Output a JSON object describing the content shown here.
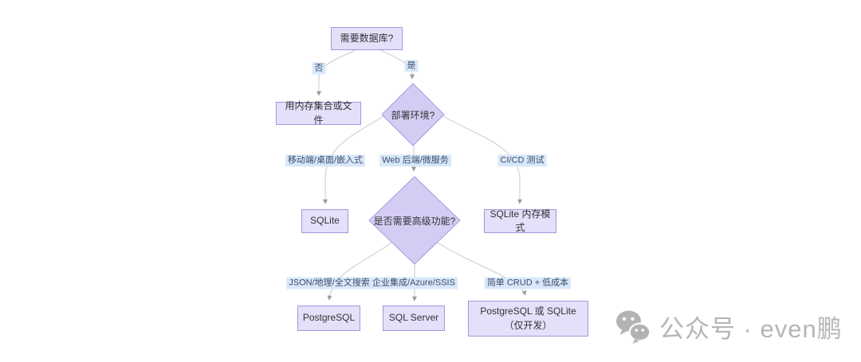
{
  "diagram": {
    "title_hint": "database-selection-flowchart",
    "nodes": {
      "need_db": "需要数据库?",
      "memory_file": "用内存集合或文件",
      "deploy_env": "部署环境?",
      "sqlite": "SQLite",
      "advanced": "是否需要高级功能?",
      "sqlite_memory": "SQLite 内存模式",
      "postgresql": "PostgreSQL",
      "sqlserver": "SQL Server",
      "pg_or_sqlite_dev": "PostgreSQL 或 SQLite（仅开发）"
    },
    "edge_labels": {
      "no": "否",
      "yes": "是",
      "mobile": "移动端/桌面/嵌入式",
      "web": "Web 后端/微服务",
      "cicd": "CI/CD 测试",
      "json_geo": "JSON/地理/全文搜索",
      "enterprise": "企业集成/Azure/SSIS",
      "simple_crud": "简单 CRUD + 低成本"
    },
    "colors": {
      "node_fill": "#e3e0fa",
      "node_border": "#a198dd",
      "diamond_fill": "#d5ccf4",
      "diamond_border": "#a79bdf",
      "edge_line": "#c9c9c9",
      "arrowhead": "#9b9b9b",
      "edge_label_bg": "#d9e8f8",
      "edge_label_text": "#3c4a6e",
      "node_text": "#333333",
      "watermark_gray": "#b5b5b5"
    }
  },
  "watermark": {
    "text": "公众号 · even鹏"
  }
}
